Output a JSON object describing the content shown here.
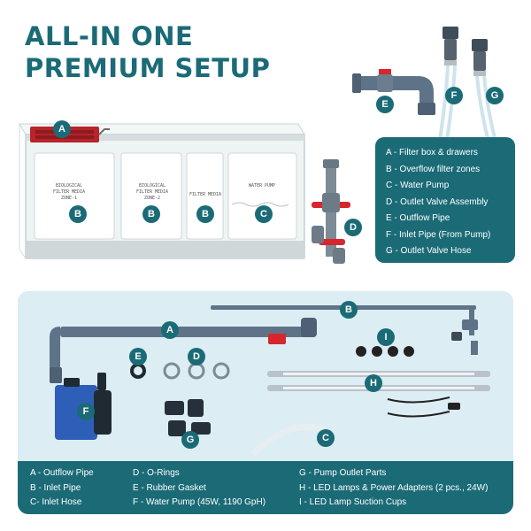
{
  "title": {
    "line1": "ALL-IN ONE",
    "line2": "PREMIUM SETUP"
  },
  "colors": {
    "brand_teal": "#1b6b77",
    "panel_bg": "#dcedf4",
    "valve_red": "#d8262e",
    "pipe_gray": "#5f7388"
  },
  "tank_labels": {
    "filter1": [
      "BIOLOGICAL",
      "FILTER MEDIA",
      "ZONE-1"
    ],
    "filter2": [
      "BIOLOGICAL",
      "FILTER MEDIA",
      "ZONE-2"
    ],
    "filter3": "FILTER MEDIA",
    "pump": "WATER PUMP"
  },
  "badges": {
    "a": "A",
    "b": "B",
    "c": "C",
    "d": "D",
    "e": "E",
    "f": "F",
    "g": "G",
    "h": "H",
    "i": "I"
  },
  "legend_top": [
    "A - Filter box & drawers",
    "B - Overflow filter zones",
    "C - Water Pump",
    "D - Outlet Valve Assembly",
    "E - Outflow Pipe",
    "F - Inlet Pipe (From Pump)",
    "G - Outlet Valve Hose"
  ],
  "legend_bottom": {
    "col1": [
      "A - Outflow Pipe",
      "B - Inlet Pipe",
      "C- Inlet Hose"
    ],
    "col2": [
      "D - O-Rings",
      "E - Rubber Gasket",
      "F - Water Pump (45W, 1190 GpH)"
    ],
    "col3": [
      "G - Pump Outlet Parts",
      "H - LED Lamps & Power Adapters (2 pcs., 24W)",
      "I - LED Lamp Suction Cups"
    ]
  }
}
